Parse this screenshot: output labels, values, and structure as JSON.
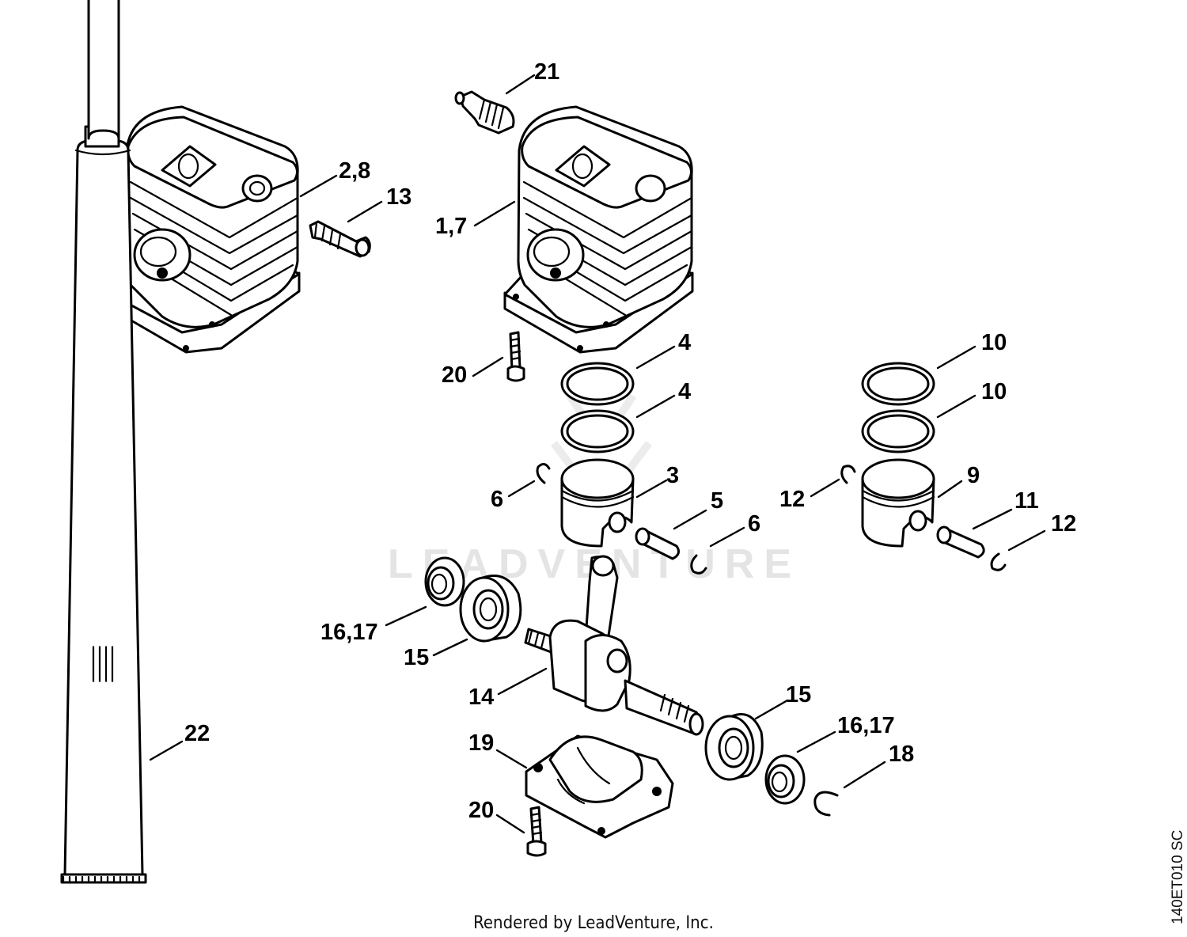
{
  "labels": {
    "c21": "21",
    "c28": "2,8",
    "c13": "13",
    "c17": "1,7",
    "c20a": "20",
    "c4a": "4",
    "c4b": "4",
    "c10a": "10",
    "c10b": "10",
    "c3": "3",
    "c6a": "6",
    "c5": "5",
    "c6b": "6",
    "c12a": "12",
    "c9": "9",
    "c11": "11",
    "c12b": "12",
    "c1617a": "16,17",
    "c15a": "15",
    "c14": "14",
    "c15b": "15",
    "c1617b": "16,17",
    "c18": "18",
    "c19": "19",
    "c20b": "20",
    "c22": "22"
  },
  "watermark": "LEADVENTURE",
  "footer": "Rendered by LeadVenture, Inc.",
  "diagram_code": "140ET010 SC",
  "colors": {
    "ink": "#000000",
    "paper": "#ffffff",
    "watermark": "#e4e4e4"
  }
}
